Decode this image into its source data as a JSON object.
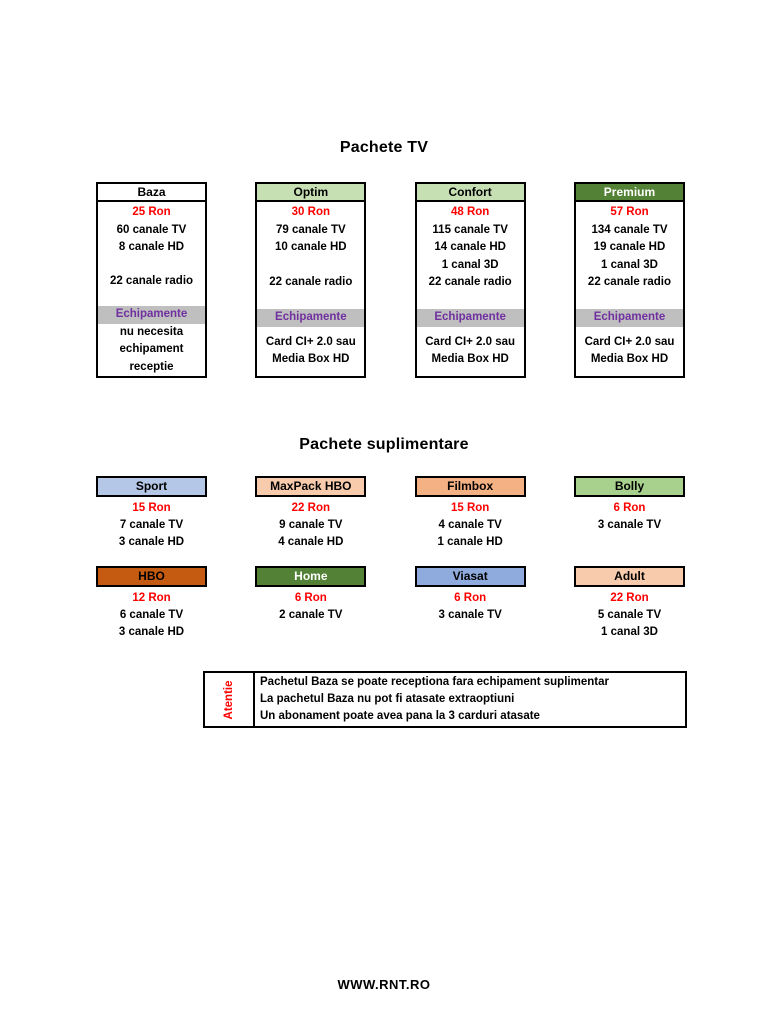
{
  "document": {
    "main_title": "Pachete TV",
    "supplementary_title": "Pachete suplimentare",
    "footer": "WWW.RNT.RO"
  },
  "colors": {
    "price_red": "#ff0000",
    "equipment_label_purple": "#7030a0",
    "equipment_band_gray": "#bfbfbf",
    "attention_red": "#ff0000",
    "border_black": "#000000",
    "page_background": "#ffffff"
  },
  "main_packages": [
    {
      "name": "Baza",
      "header_bg": "#ffffff",
      "header_text": "#000000",
      "price": "25 Ron",
      "tv": "60 canale TV",
      "hd": "8 canale HD",
      "d3": "",
      "radio": "22 canale radio",
      "equipment_label": "Echipamente",
      "equipment": [
        "nu necesita",
        "echipament",
        "receptie"
      ]
    },
    {
      "name": "Optim",
      "header_bg": "#c6e0b4",
      "header_text": "#000000",
      "price": "30 Ron",
      "tv": "79 canale TV",
      "hd": "10 canale HD",
      "d3": "",
      "radio": "22 canale radio",
      "equipment_label": "Echipamente",
      "equipment": [
        "Card CI+ 2.0 sau",
        "Media Box HD"
      ]
    },
    {
      "name": "Confort",
      "header_bg": "#c6e0b4",
      "header_text": "#000000",
      "price": "48 Ron",
      "tv": "115 canale TV",
      "hd": "14 canale HD",
      "d3": "1 canal 3D",
      "radio": "22 canale radio",
      "equipment_label": "Echipamente",
      "equipment": [
        "Card CI+ 2.0 sau",
        "Media Box HD"
      ]
    },
    {
      "name": "Premium",
      "header_bg": "#538135",
      "header_text": "#ffffff",
      "price": "57 Ron",
      "tv": "134 canale TV",
      "hd": "19 canale HD",
      "d3": "1 canal 3D",
      "radio": "22 canale radio",
      "equipment_label": "Echipamente",
      "equipment": [
        "Card CI+ 2.0 sau",
        "Media Box HD"
      ]
    }
  ],
  "supplementary_packages": [
    {
      "name": "Sport",
      "header_bg": "#b4c7e7",
      "header_text": "#000000",
      "price": "15 Ron",
      "lines": [
        "7 canale TV",
        "3 canale HD"
      ]
    },
    {
      "name": "MaxPack HBO",
      "header_bg": "#f8cbad",
      "header_text": "#000000",
      "price": "22 Ron",
      "lines": [
        "9 canale TV",
        "4 canale HD"
      ]
    },
    {
      "name": "Filmbox",
      "header_bg": "#f4b183",
      "header_text": "#000000",
      "price": "15 Ron",
      "lines": [
        "4 canale TV",
        "1 canale HD"
      ]
    },
    {
      "name": "Bolly",
      "header_bg": "#a9d18e",
      "header_text": "#000000",
      "price": "6 Ron",
      "lines": [
        "3 canale TV"
      ]
    },
    {
      "name": "HBO",
      "header_bg": "#c55a11",
      "header_text": "#000000",
      "price": "12 Ron",
      "lines": [
        "6 canale TV",
        "3 canale HD"
      ]
    },
    {
      "name": "Home",
      "header_bg": "#538135",
      "header_text": "#ffffff",
      "price": "6 Ron",
      "lines": [
        "2 canale TV"
      ]
    },
    {
      "name": "Viasat",
      "header_bg": "#8faadc",
      "header_text": "#000000",
      "price": "6 Ron",
      "lines": [
        "3 canale TV"
      ]
    },
    {
      "name": "Adult",
      "header_bg": "#f8cbad",
      "header_text": "#000000",
      "price": "22 Ron",
      "lines": [
        "5 canale TV",
        "1 canal 3D"
      ]
    }
  ],
  "attention": {
    "label": "Atentie",
    "lines": [
      "Pachetul Baza se poate receptiona fara echipament suplimentar",
      "La pachetul Baza nu pot fi atasate extraoptiuni",
      "Un abonament poate avea pana la 3 carduri atasate"
    ]
  }
}
